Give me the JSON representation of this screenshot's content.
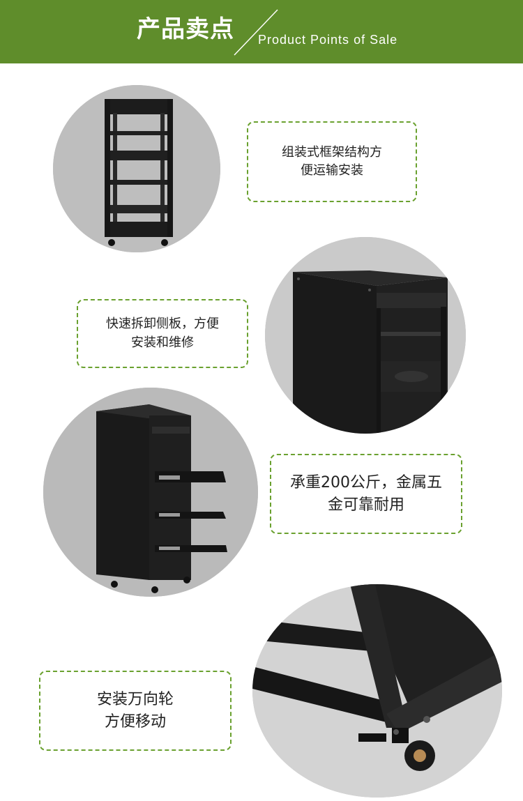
{
  "header": {
    "title_cn": "产品卖点",
    "title_en": "Product Points of Sale",
    "bg_color": "#5f8d2b"
  },
  "features": [
    {
      "text": "组装式框架结构方\n便运输安装"
    },
    {
      "text": "快速拆卸侧板，方便\n安装和维修"
    },
    {
      "text": "承重200公斤，金属五\n金可靠耐用"
    },
    {
      "text": "安装万向轮\n方便移动"
    }
  ],
  "colors": {
    "accent": "#6aa12f",
    "circle_bg": "#bdbdbd",
    "product": "#1b1b1b"
  }
}
